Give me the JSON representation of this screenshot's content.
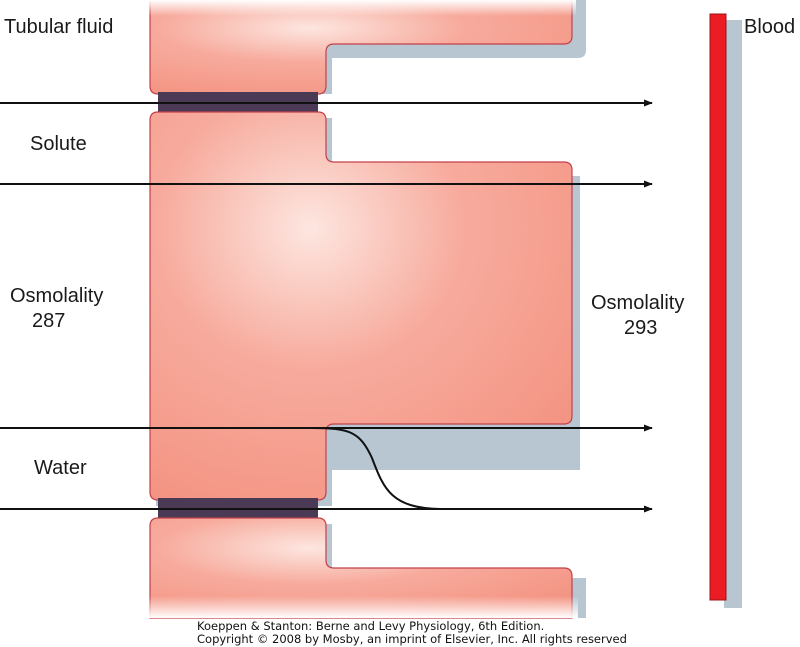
{
  "labels": {
    "tubular_fluid": "Tubular fluid",
    "blood": "Blood",
    "solute": "Solute",
    "water": "Water",
    "osmolality_left_title": "Osmolality",
    "osmolality_left_value": "287",
    "osmolality_right_title": "Osmolality",
    "osmolality_right_value": "293"
  },
  "caption": {
    "line1": "Koeppen & Stanton: Berne and Levy Physiology, 6th Edition.",
    "line2": "Copyright © 2008 by Mosby, an imprint of Elsevier, Inc. All rights reserved"
  },
  "colors": {
    "cell_fill": "#f49382",
    "cell_highlight": "#fde6e0",
    "cell_stroke": "#c4404a",
    "cell_shadow": "#b8c6d2",
    "tight_junction": "#4a3a55",
    "blood_vessel": "#ec1c24",
    "arrow": "#111111"
  }
}
